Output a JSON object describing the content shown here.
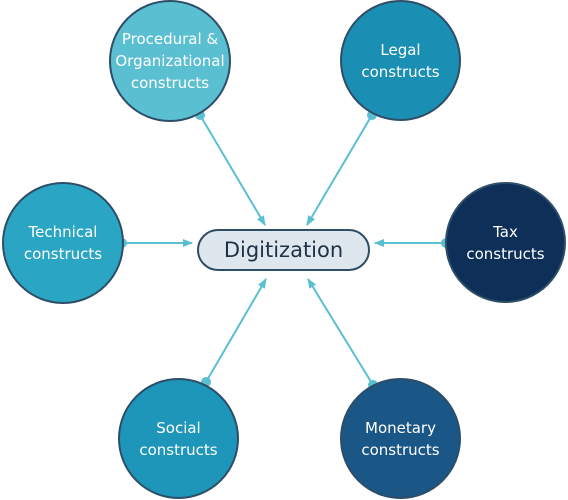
{
  "diagram": {
    "center": {
      "label": "Digitization"
    },
    "nodes": [
      {
        "id": "procedural",
        "label": "Procedural &\nOrganizational\nconstructs",
        "color": "#5bbfd2"
      },
      {
        "id": "legal",
        "label": "Legal\nconstructs",
        "color": "#1b8fb3"
      },
      {
        "id": "technical",
        "label": "Technical\nconstructs",
        "color": "#2aa6c4"
      },
      {
        "id": "tax",
        "label": "Tax\nconstructs",
        "color": "#0e2f58"
      },
      {
        "id": "social",
        "label": "Social\nconstructs",
        "color": "#1d96ba"
      },
      {
        "id": "monetary",
        "label": "Monetary\nconstructs",
        "color": "#1a5686"
      }
    ],
    "connector_color": "#5bbfd2"
  }
}
